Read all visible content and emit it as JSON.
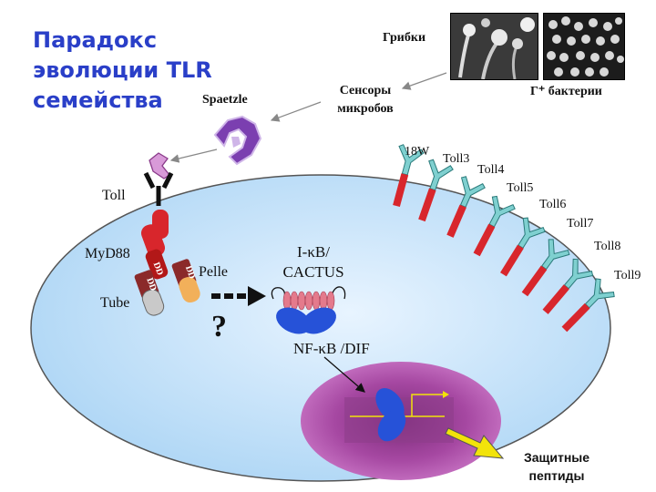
{
  "title": "Парадокс\nэволюции TLR\nсемейства",
  "labels": {
    "fungi": "Грибки",
    "bacteria": "Г⁺ бактерии",
    "sensors": "Сенсоры\nмикробов",
    "spaetzle": "Spaetzle",
    "toll": "Toll",
    "myd88": "MyD88",
    "tube": "Tube",
    "pelle": "Pelle",
    "dd": "DD",
    "ikb": "I-κB/\nCACTUS",
    "nfkb": "NF-κB /DIF",
    "question": "?",
    "peptides": "Защитные\nпептиды"
  },
  "receptors": [
    "18W",
    "Toll3",
    "Toll4",
    "Toll5",
    "Toll6",
    "Toll7",
    "Toll8",
    "Toll9"
  ],
  "colors": {
    "title": "#2a3fc8",
    "cell": "#c9e4ff",
    "nucleus": "#b04aa8",
    "receptor_stem": "#d8262c",
    "receptor_head": "#7fd0d0",
    "spaetzle": "#7b3fb0",
    "nfkb": "#2652d8",
    "arrow_yellow": "#f2e30a"
  }
}
